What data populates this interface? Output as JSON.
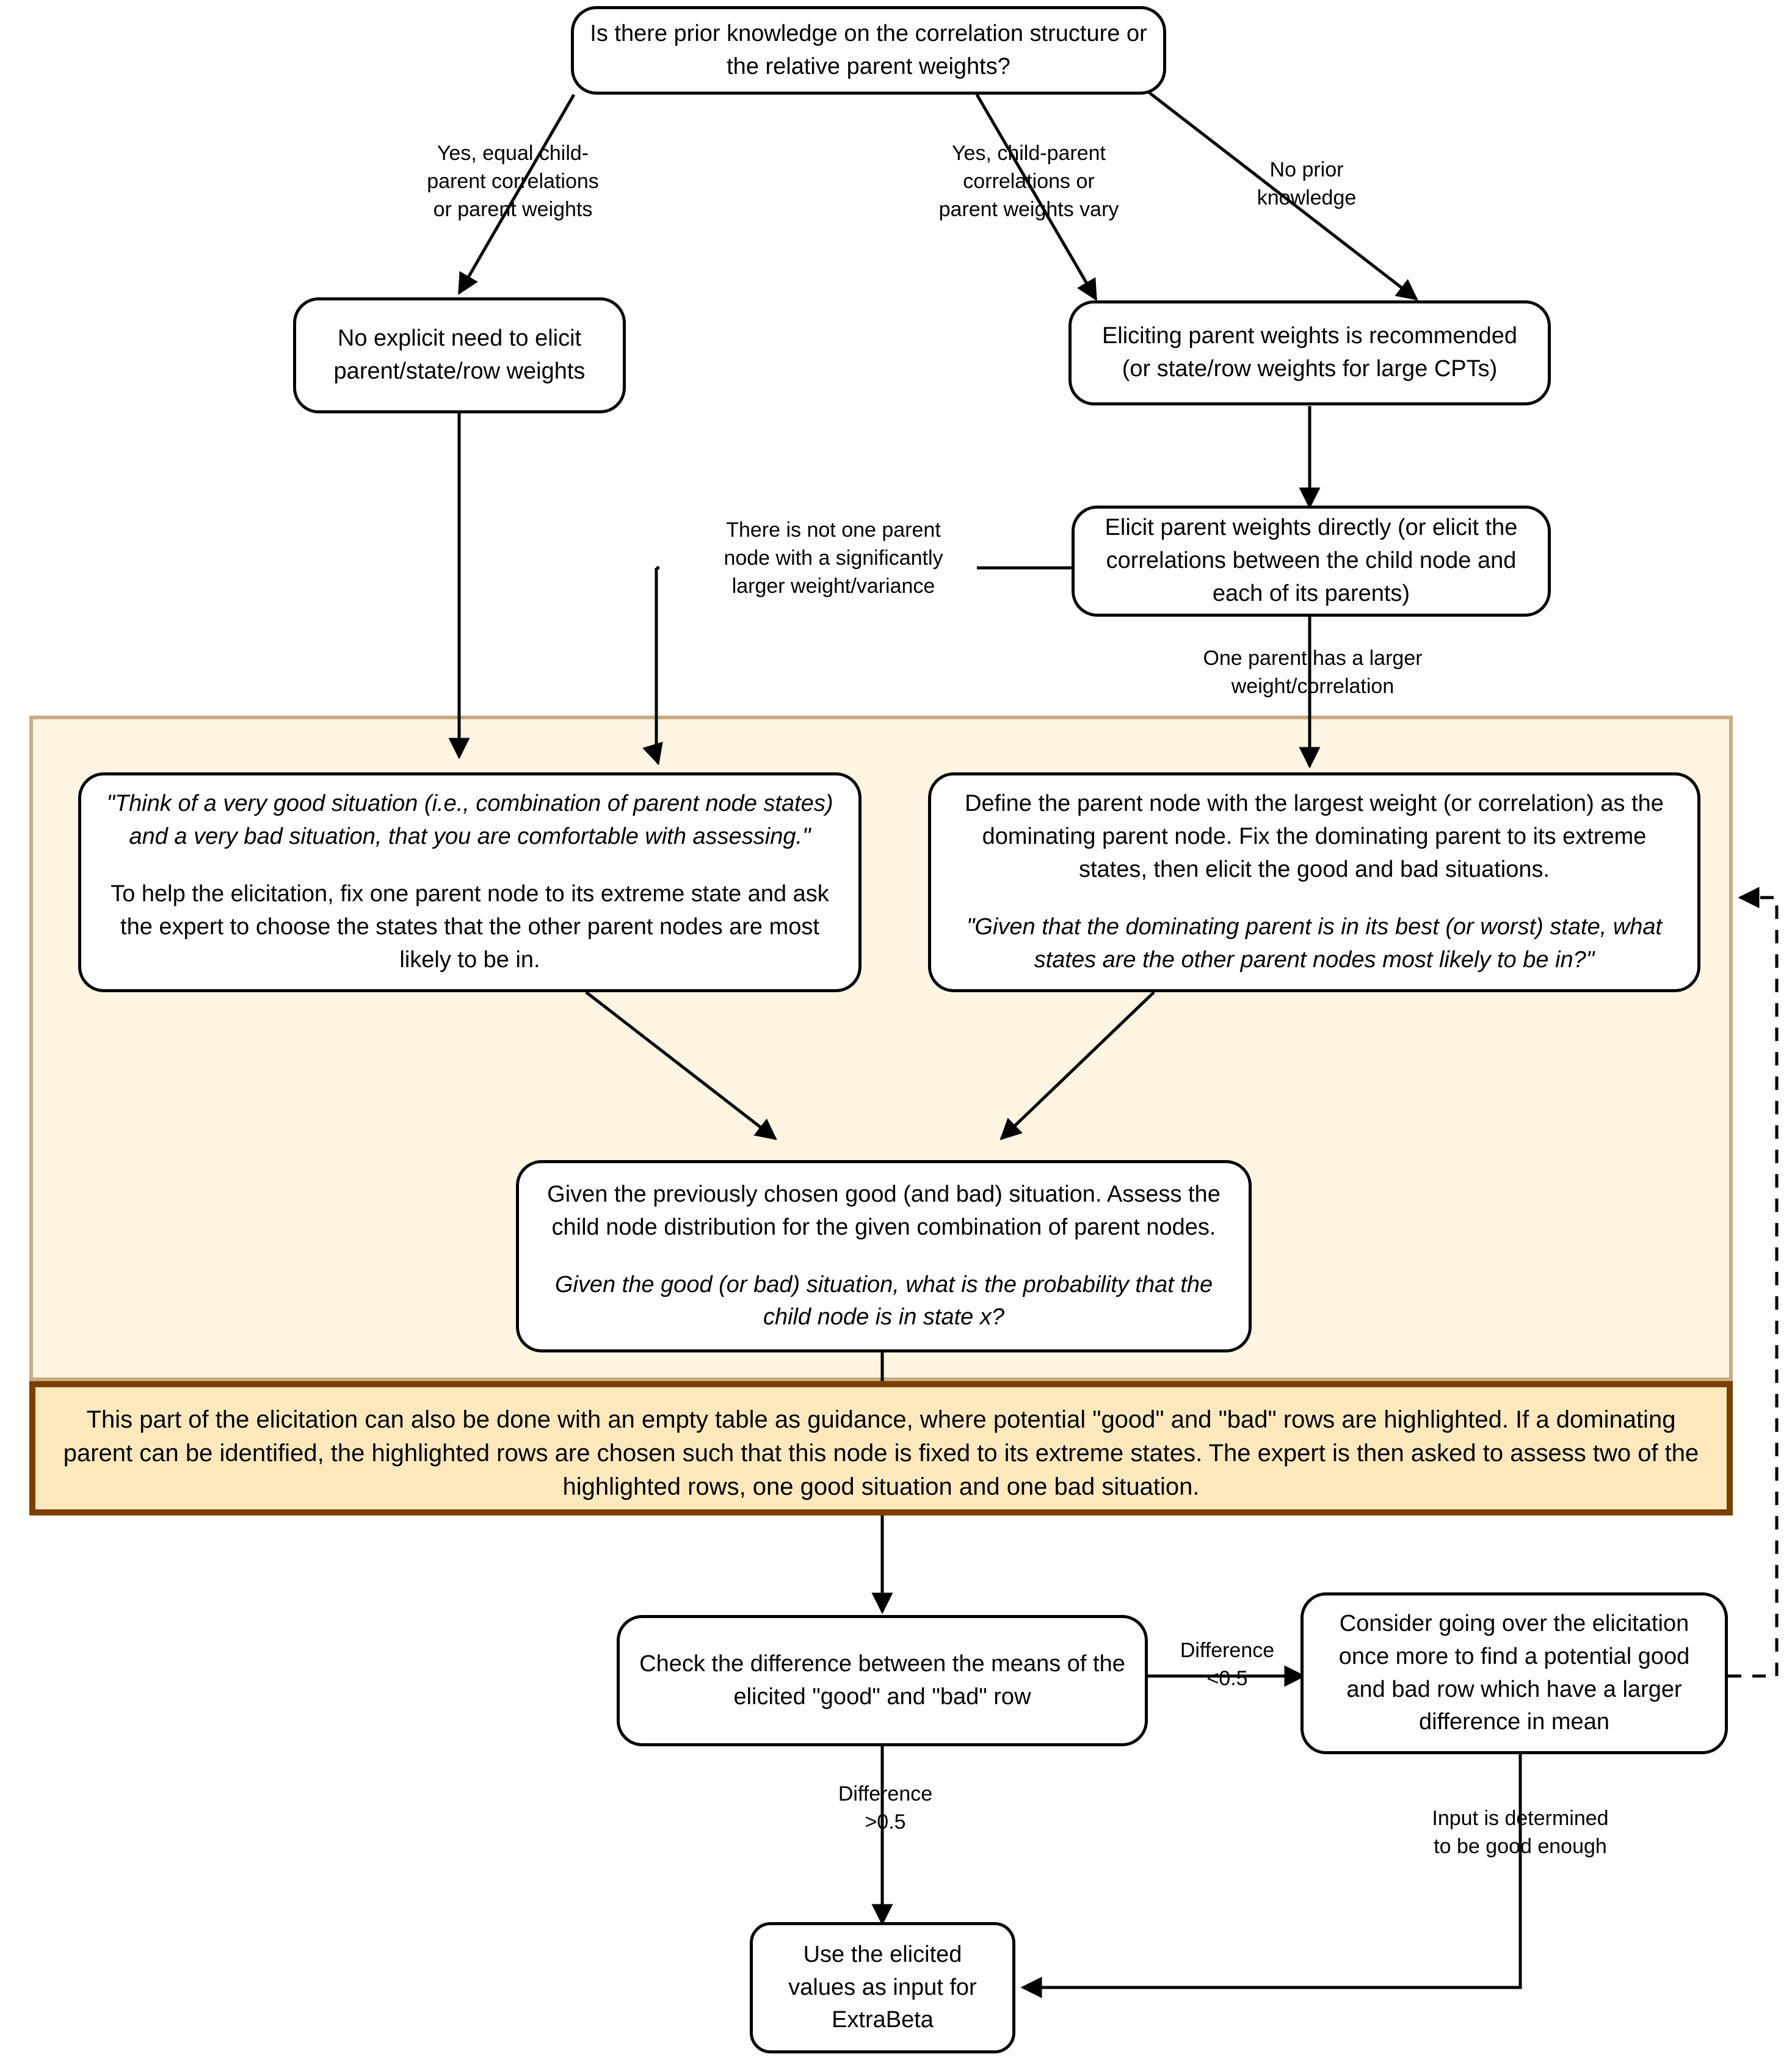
{
  "diagram": {
    "title": "Elicitation decision flowchart for parent weights and good/bad situations",
    "colors": {
      "region_fill": "#fdf5e2",
      "region_border": "#c7ab82",
      "note_fill": "#fbe8bd",
      "note_border": "#7b3f00",
      "node_fill": "#ffffff",
      "node_border": "#000000",
      "edge": "#000000"
    }
  },
  "nodes": {
    "root_question": "Is there prior knowledge on the correlation structure or the relative parent weights?",
    "no_explicit_need": "No explicit need to elicit parent/state/row weights",
    "eliciting_recommended": "Eliciting parent weights is recommended (or state/row weights for large CPTs)",
    "elicit_directly": "Elicit parent weights directly (or elicit the correlations between the child node and each of its parents)",
    "good_bad_quote": "\"Think of a very good situation (i.e., combination of parent node states) and a very bad situation, that you are comfortable with assessing.\"",
    "good_bad_help": "To help the elicitation, fix one parent node to its extreme state and ask the expert to choose the states that the other parent nodes are most likely to be in.",
    "dominating_define": "Define the parent node with the largest weight (or correlation) as the dominating parent node. Fix the dominating parent to its extreme states, then elicit the good and bad situations.",
    "dominating_quote": "\"Given that the dominating parent is in its best (or worst) state, what states are the other parent nodes most likely to be in?\"",
    "assess_statement": "Given the previously chosen good (and bad) situation. Assess the child node distribution for the given combination of parent nodes.",
    "assess_quote": "Given the good (or bad) situation, what is the probability that the child node is in state x?",
    "check_difference": "Check the difference between the means of the elicited \"good\" and \"bad\" row",
    "consider_again": "Consider going over the elicitation once more to find a potential good and bad row which have a larger difference in mean",
    "use_values": "Use the elicited values as input for ExtraBeta"
  },
  "note": {
    "text": "This part of the elicitation can also be done with an empty table as guidance, where potential \"good\" and \"bad\" rows are highlighted. If a dominating parent can be identified, the highlighted rows are chosen such that this node is fixed to its extreme states. The expert is then asked to assess two of the highlighted rows, one good situation and one bad situation."
  },
  "edge_labels": {
    "yes_equal": "Yes, equal child-\nparent correlations\nor parent weights",
    "yes_vary": "Yes, child-parent\ncorrelations or\nparent weights vary",
    "no_prior": "No prior\nknowledge",
    "not_one_parent": "There is not one parent\nnode with a significantly\nlarger  weight/variance",
    "one_parent_larger": "One parent has a larger\nweight/correlation",
    "difference_lt": "Difference\n<0.5",
    "difference_gt": "Difference\n>0.5",
    "good_enough": "Input is determined\nto be good enough"
  }
}
